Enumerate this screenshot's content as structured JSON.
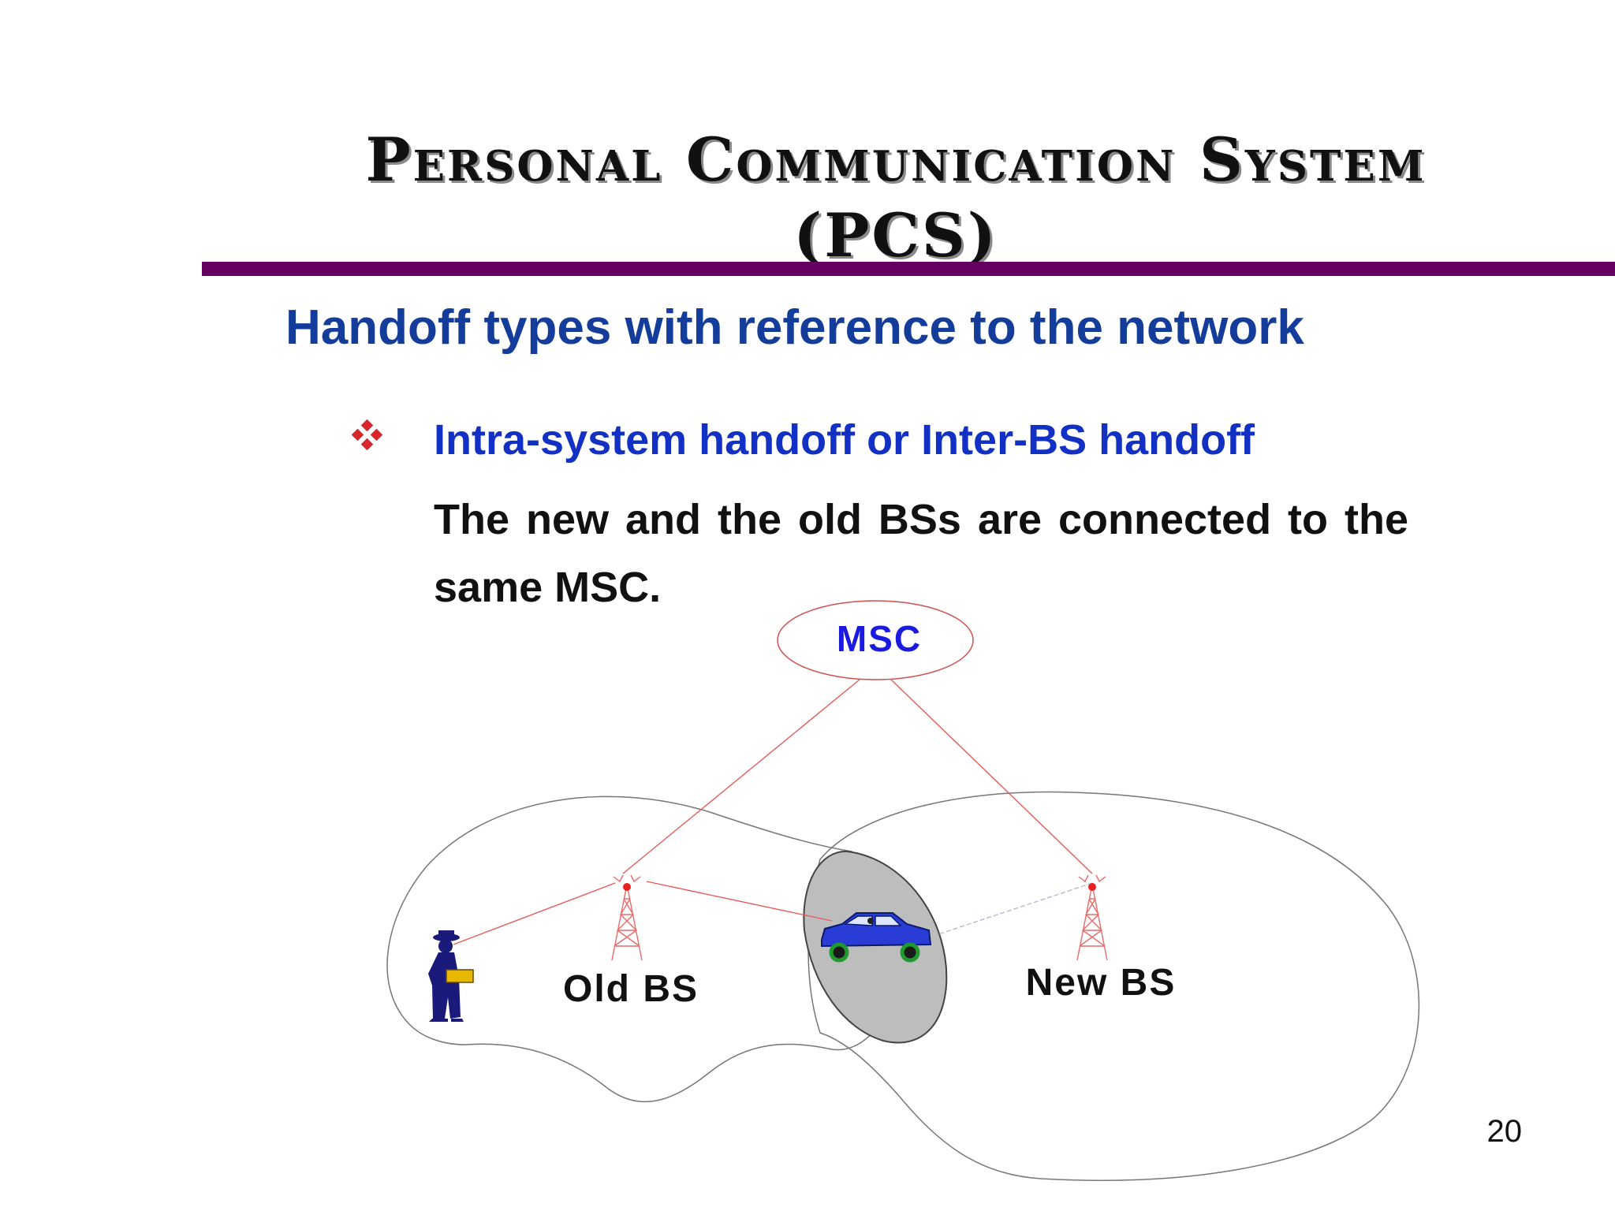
{
  "slide": {
    "title_line1": "Personal Communication System",
    "title_line2": "(PCS)",
    "subtitle": "Handoff types with reference to the network",
    "bullet": {
      "icon": "diamond-bullet-icon",
      "heading": "Intra-system handoff or Inter-BS handoff",
      "text": "The new and the old BSs are connected to the same MSC."
    },
    "page_number": "20"
  },
  "diagram": {
    "msc_label": "MSC",
    "old_bs_label": "Old BS",
    "new_bs_label": "New BS",
    "icons": [
      "person-icon",
      "car-icon",
      "tower-icon-old-bs",
      "tower-icon-new-bs"
    ]
  },
  "colors": {
    "title_rule": "#640060",
    "subtitle": "#133c9b",
    "bullet_heading": "#1231c4",
    "bullet_icon": "#d8262c",
    "msc_label": "#1a1ae0",
    "links": "#e85a5a",
    "overlap_region": "#bdbdbd",
    "car": "#2a3cd6"
  }
}
